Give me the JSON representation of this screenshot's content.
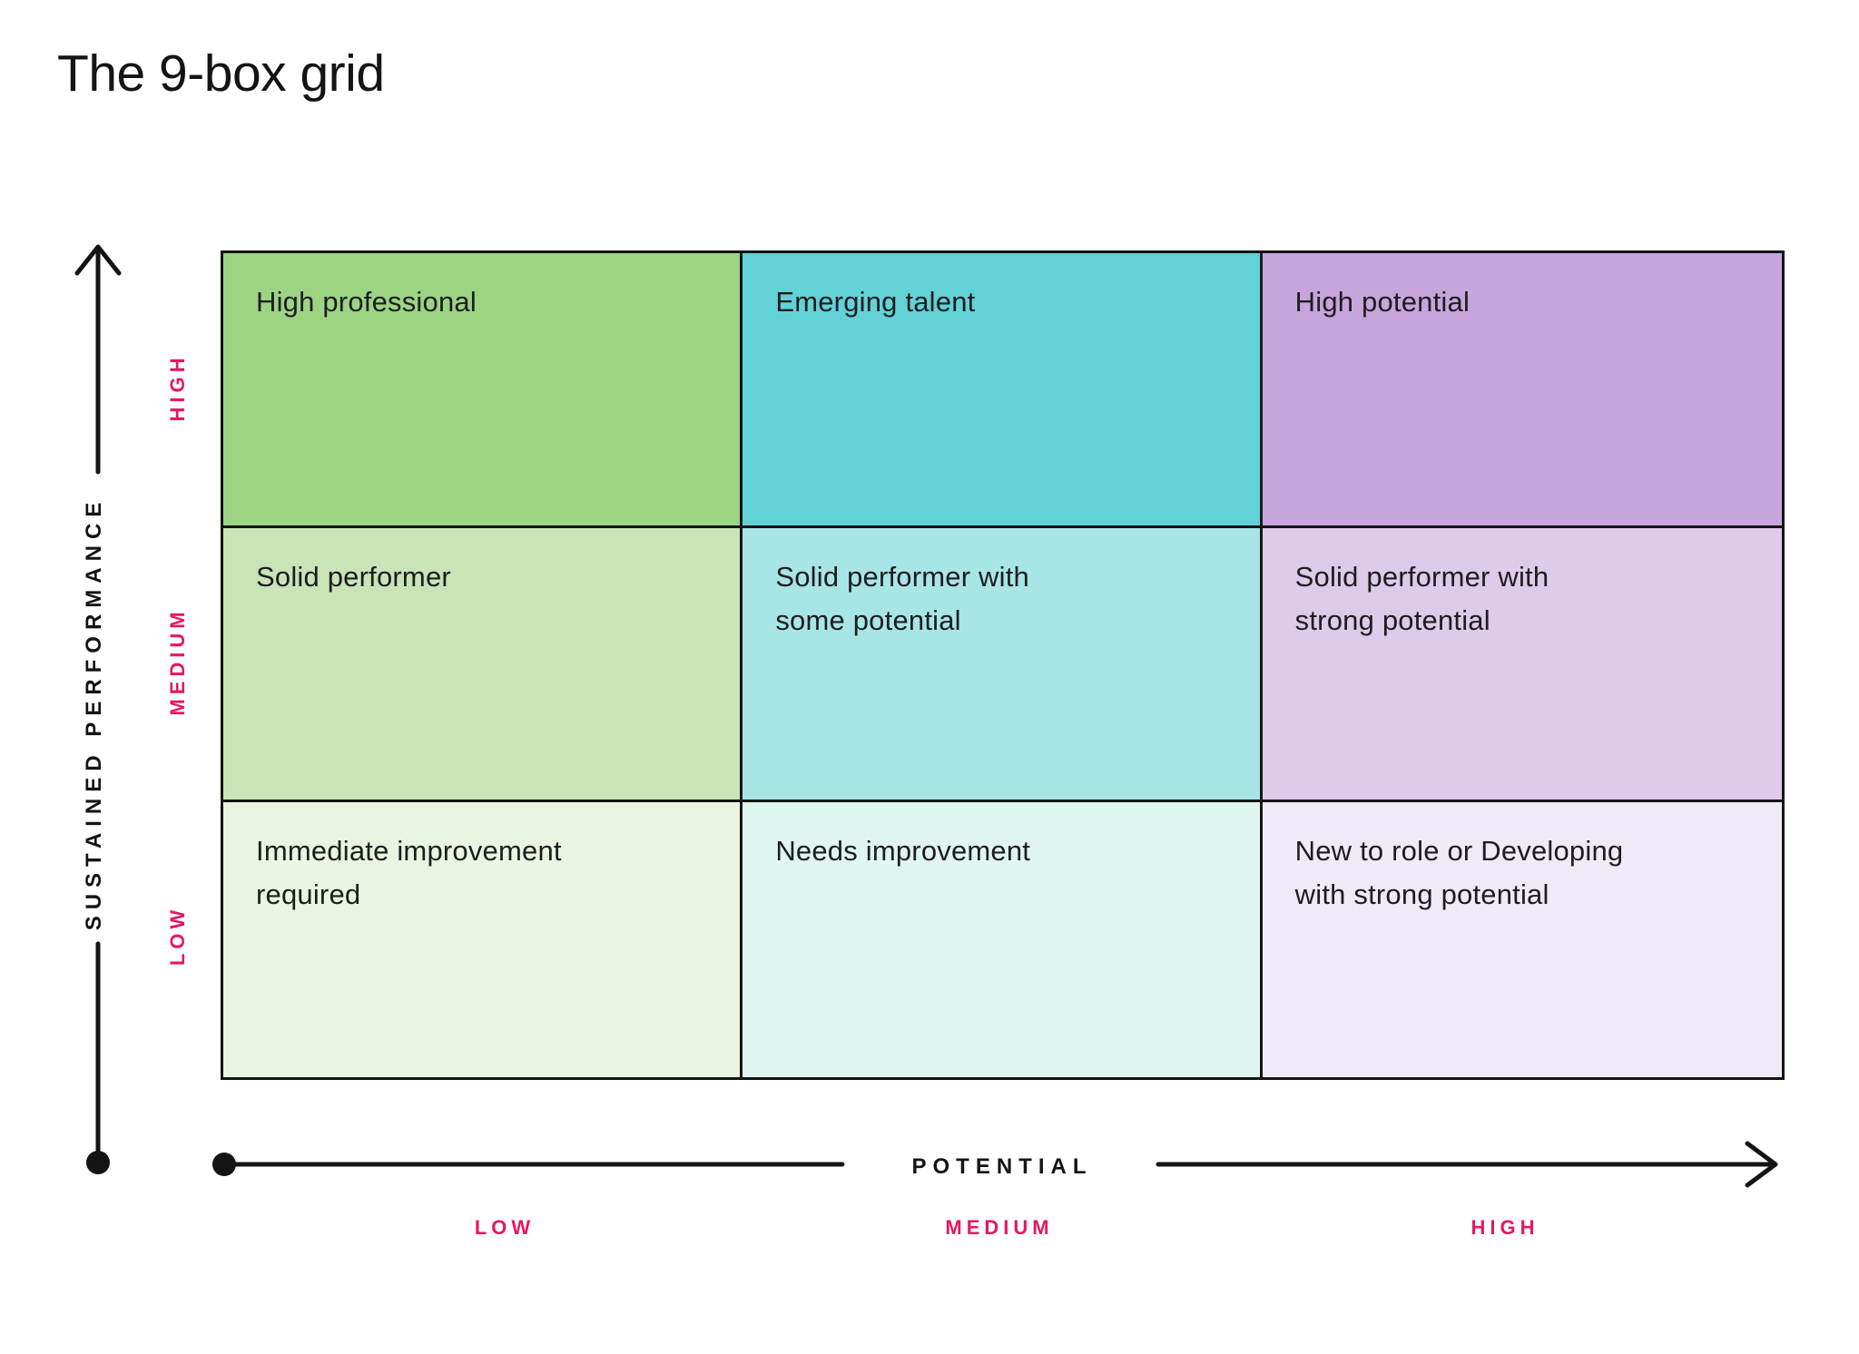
{
  "title": "The 9-box grid",
  "colors": {
    "accent_pink": "#E6185E",
    "line_black": "#141414",
    "cell_text": "#1D1D1F"
  },
  "y_axis": {
    "title": "SUSTAINED PERFORMANCE",
    "ticks": [
      {
        "label": "HIGH"
      },
      {
        "label": "MEDIUM"
      },
      {
        "label": "LOW"
      }
    ]
  },
  "x_axis": {
    "title": "POTENTIAL",
    "ticks": [
      {
        "label": "LOW"
      },
      {
        "label": "MEDIUM"
      },
      {
        "label": "HIGH"
      }
    ]
  },
  "grid": {
    "rows_performance": [
      "HIGH",
      "MEDIUM",
      "LOW"
    ],
    "columns_potential": [
      "LOW",
      "MEDIUM",
      "HIGH"
    ],
    "cells": [
      {
        "performance": "HIGH",
        "potential": "LOW",
        "label": "High professional",
        "color": "#9CD484"
      },
      {
        "performance": "HIGH",
        "potential": "MEDIUM",
        "label": "Emerging talent",
        "color": "#62D2D7"
      },
      {
        "performance": "HIGH",
        "potential": "HIGH",
        "label": "High potential",
        "color": "#C8A4DC"
      },
      {
        "performance": "MEDIUM",
        "potential": "LOW",
        "label": "Solid performer",
        "color": "#C9E4B7"
      },
      {
        "performance": "MEDIUM",
        "potential": "MEDIUM",
        "label": "Solid performer with\nsome potential",
        "color": "#A8E5E6"
      },
      {
        "performance": "MEDIUM",
        "potential": "HIGH",
        "label": "Solid performer with\nstrong potential",
        "color": "#DCCBEA"
      },
      {
        "performance": "LOW",
        "potential": "LOW",
        "label": "Immediate improvement\nrequired",
        "color": "#E9F4E1"
      },
      {
        "performance": "LOW",
        "potential": "MEDIUM",
        "label": "Needs improvement",
        "color": "#DFF5F0"
      },
      {
        "performance": "LOW",
        "potential": "HIGH",
        "label": "New to role or Developing\nwith strong potential",
        "color": "#EFEAF6"
      }
    ]
  }
}
